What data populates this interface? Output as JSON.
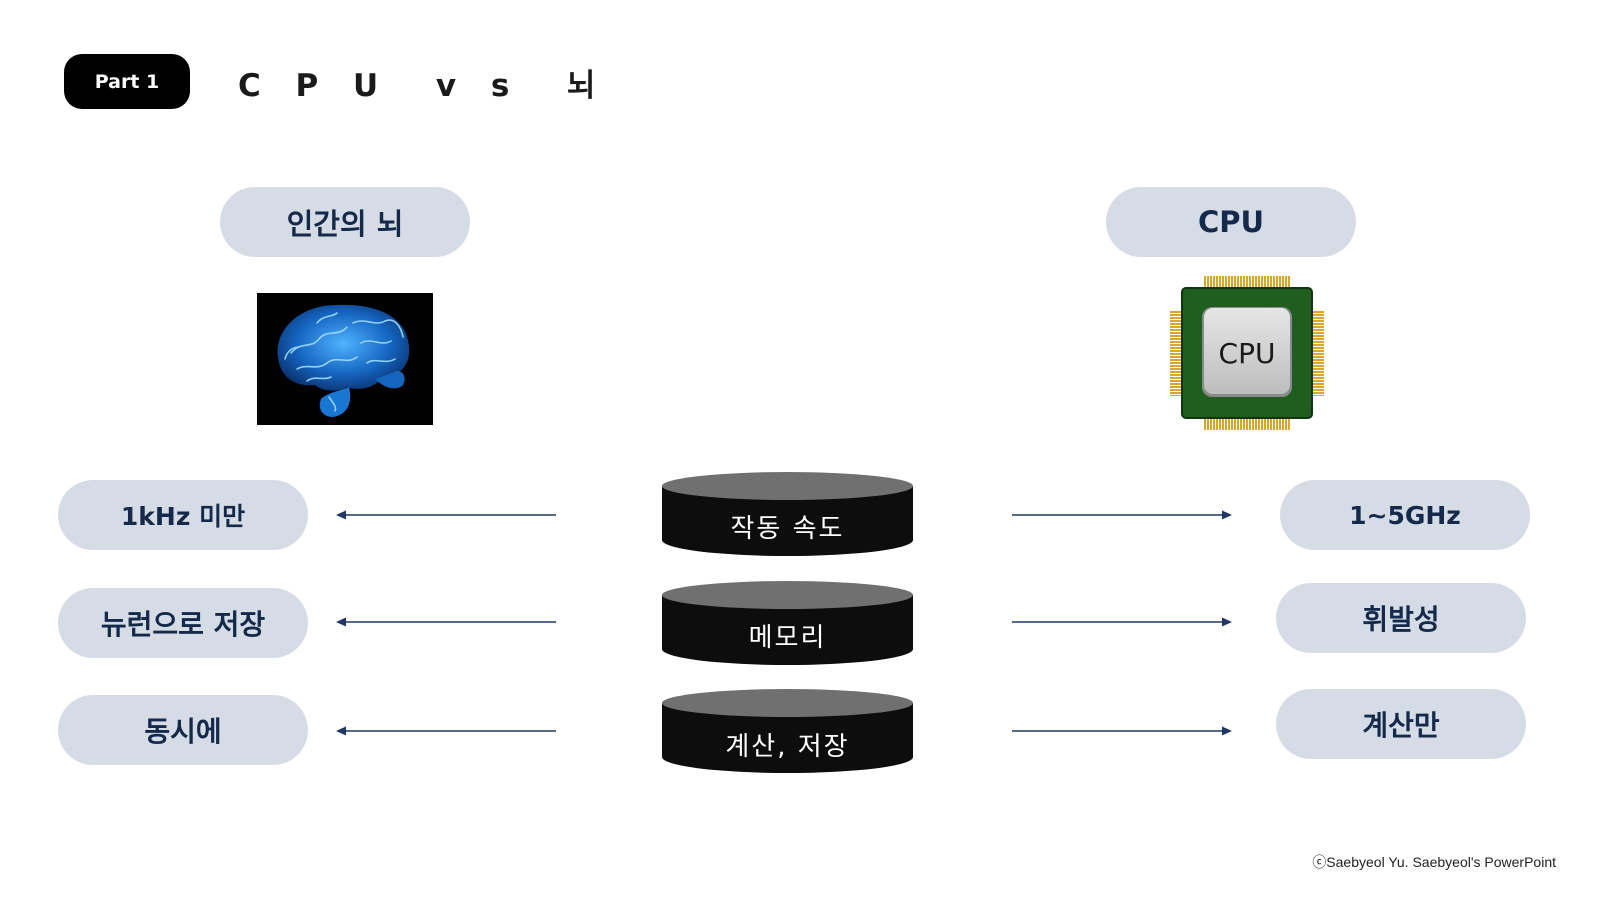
{
  "header": {
    "part_badge": "Part 1",
    "title": "C P U  v s  뇌"
  },
  "brain": {
    "heading": "인간의 뇌",
    "speed": "1kHz 미만",
    "memory": "뉴런으로 저장",
    "function": "동시에"
  },
  "cpu": {
    "heading": "CPU",
    "chip_label": "CPU",
    "speed": "1~5GHz",
    "memory": "휘발성",
    "function": "계산만"
  },
  "criteria": [
    {
      "label": "작동 속도"
    },
    {
      "label": "메모리"
    },
    {
      "label": "계산, 저장"
    }
  ],
  "footer": {
    "copyright": "ⓒSaebyeol Yu. Saebyeol's PowerPoint"
  },
  "colors": {
    "pill_bg": "#d6dce6",
    "pill_text": "#15294b",
    "disk_top": "#707070",
    "disk_body": "#0d0d0d",
    "arrow": "#1f3864",
    "brain_glow": "#2a8ce8"
  },
  "icons": {
    "brain": "brain-image",
    "cpu": "cpu-chip-image"
  }
}
